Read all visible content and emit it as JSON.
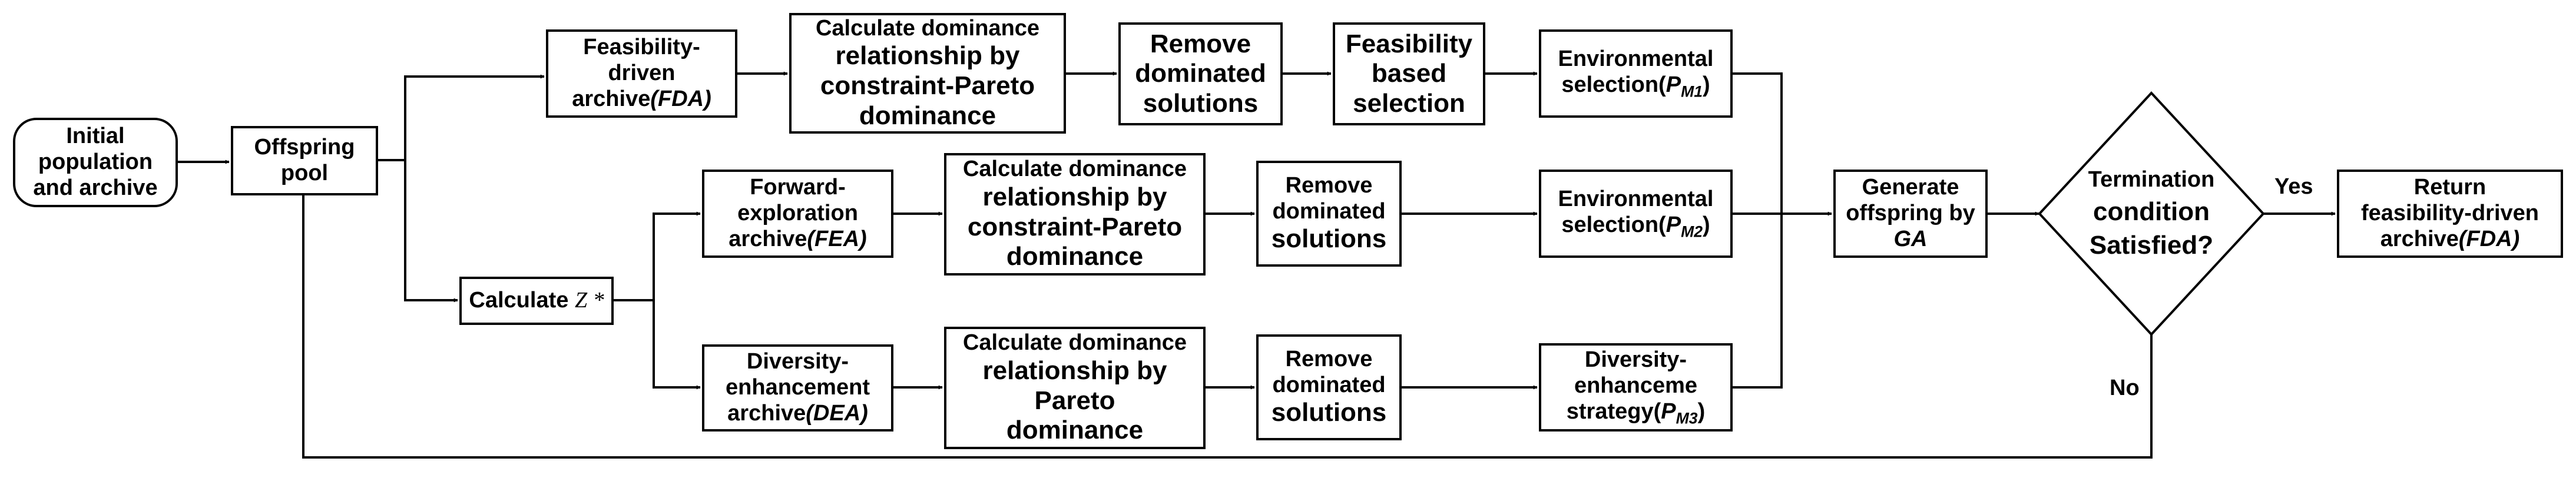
{
  "nodes": {
    "initial": [
      "Initial",
      "population",
      "and archive"
    ],
    "offspring_pool": [
      "Offspring",
      "pool"
    ],
    "fda": {
      "line1": "Feasibility-",
      "line2": "driven",
      "line3_pre": "archive",
      "line3_it": "(FDA)"
    },
    "calc_dom_1": {
      "line1": "Calculate dominance",
      "line2": "relationship by",
      "line3": "constraint-Pareto",
      "line4": "dominance"
    },
    "remove_1": [
      "Remove",
      "dominated",
      "solutions"
    ],
    "feasibility_sel": [
      "Feasibility",
      "based",
      "selection"
    ],
    "env_sel_1": {
      "line1": "Environmental",
      "line2_pre": "selection(",
      "sym": "P",
      "sub": "M1",
      "close": ")"
    },
    "calc_z": {
      "text": "Calculate ",
      "symbol": "Z *"
    },
    "fea": {
      "line1": "Forward-",
      "line2": "exploration",
      "line3_pre": "archive",
      "line3_it": "(FEA)"
    },
    "calc_dom_2": {
      "line1": "Calculate dominance",
      "line2": "relationship by",
      "line3": "constraint-Pareto",
      "line4": "dominance"
    },
    "remove_2": [
      "Remove",
      "dominated",
      "solutions"
    ],
    "env_sel_2": {
      "line1": "Environmental",
      "line2_pre": "selection(",
      "sym": "P",
      "sub": "M2",
      "close": ")"
    },
    "dea": {
      "line1": "Diversity-",
      "line2": "enhancement",
      "line3_pre": "archive",
      "line3_it": "(DEA)"
    },
    "calc_dom_3": {
      "line1": "Calculate dominance",
      "line2": "relationship by",
      "line3": "Pareto",
      "line4": "dominance"
    },
    "remove_3": [
      "Remove",
      "dominated",
      "solutions"
    ],
    "diversity_strategy": {
      "line1": "Diversity-",
      "line2": "enhanceme",
      "line3_pre": "strategy(",
      "sym": "P",
      "sub": "M3",
      "close": ")"
    },
    "generate": {
      "line1": "Generate",
      "line2": "offspring by",
      "line3": "GA"
    },
    "termination": [
      "Termination",
      "condition",
      "Satisfied?"
    ],
    "return_fda": {
      "line1": "Return",
      "line2": "feasibility-driven",
      "line3_pre": "archive",
      "line3_it": "(FDA)"
    }
  },
  "edge_labels": {
    "yes": "Yes",
    "no": "No"
  }
}
